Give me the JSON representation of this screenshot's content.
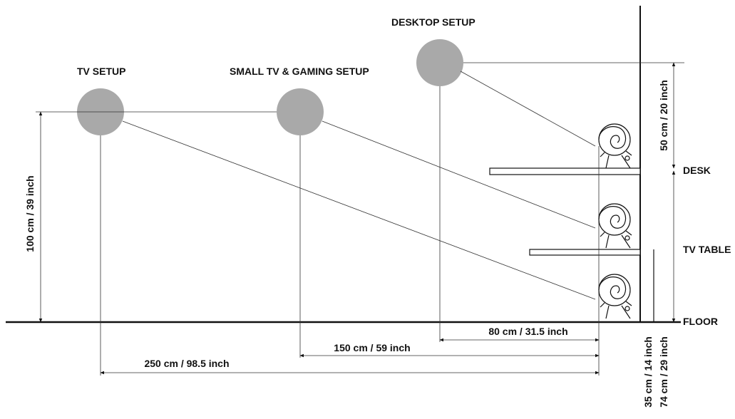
{
  "setups": {
    "tv": "TV SETUP",
    "small_tv_gaming": "SMALL TV & GAMING SETUP",
    "desktop": "DESKTOP SETUP"
  },
  "surfaces": {
    "desk": "DESK",
    "tv_table": "TV  TABLE",
    "floor": "FLOOR"
  },
  "dimensions": {
    "ear_height": "100 cm / 39 inch",
    "desk_above": "50 cm / 20 inch",
    "desktop_distance": "80 cm / 31.5 inch",
    "small_tv_distance": "150 cm / 59 inch",
    "tv_distance": "250 cm / 98.5 inch",
    "tv_table_height": "35 cm / 14 inch",
    "desk_height": "74 cm / 29 inch"
  },
  "colors": {
    "head": "#a9a9a9",
    "line": "#111111"
  }
}
